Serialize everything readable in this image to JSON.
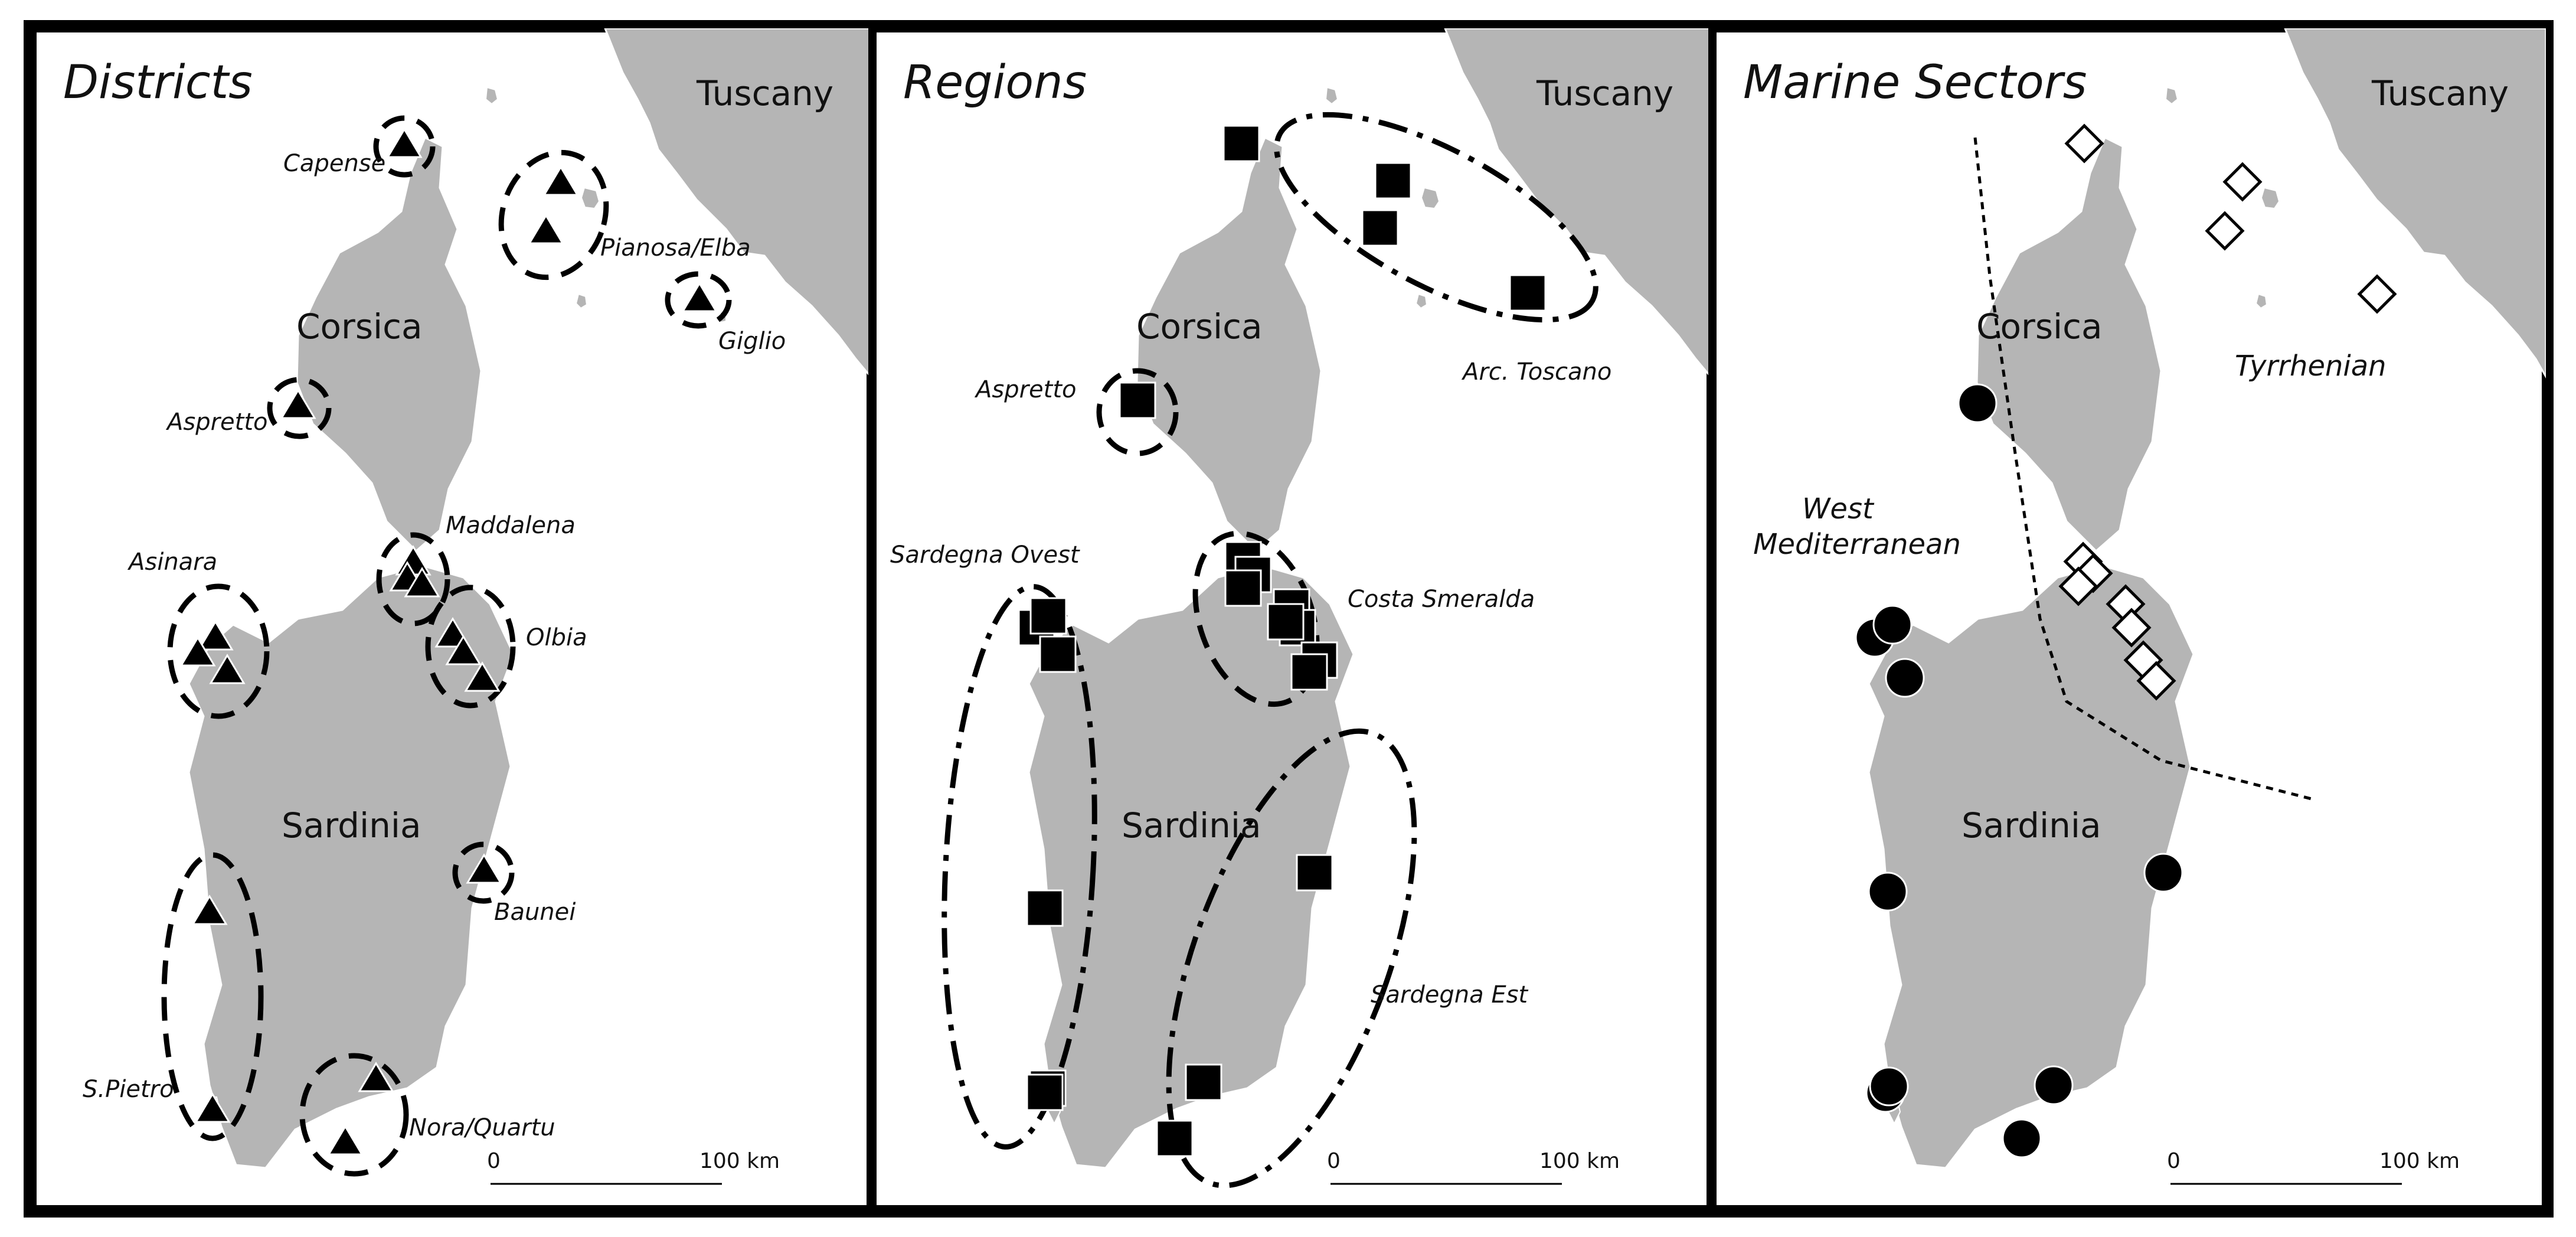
{
  "panels": [
    {
      "title": "Districts",
      "labels": {
        "tuscany": "Tuscany",
        "corsica": "Corsica",
        "sardinia": "Sardinia"
      },
      "groups": [
        {
          "name": "Capense",
          "shape": "triangle"
        },
        {
          "name": "Pianosa/Elba",
          "shape": "triangle"
        },
        {
          "name": "Giglio",
          "shape": "triangle"
        },
        {
          "name": "Aspretto",
          "shape": "triangle"
        },
        {
          "name": "Maddalena",
          "shape": "triangle"
        },
        {
          "name": "Asinara",
          "shape": "triangle"
        },
        {
          "name": "Olbia",
          "shape": "triangle"
        },
        {
          "name": "Baunei",
          "shape": "triangle"
        },
        {
          "name": "S.Pietro",
          "shape": "triangle"
        },
        {
          "name": "Nora/Quartu",
          "shape": "triangle"
        }
      ],
      "scale": {
        "start": "0",
        "end": "100 km"
      }
    },
    {
      "title": "Regions",
      "labels": {
        "tuscany": "Tuscany",
        "corsica": "Corsica",
        "sardinia": "Sardinia"
      },
      "groups": [
        {
          "name": "Arc. Toscano",
          "shape": "square"
        },
        {
          "name": "Aspretto",
          "shape": "square"
        },
        {
          "name": "Sardegna Ovest",
          "shape": "square"
        },
        {
          "name": "Costa Smeralda",
          "shape": "square"
        },
        {
          "name": "Sardegna Est",
          "shape": "square"
        }
      ],
      "scale": {
        "start": "0",
        "end": "100 km"
      }
    },
    {
      "title": "Marine Sectors",
      "labels": {
        "tuscany": "Tuscany",
        "corsica": "Corsica",
        "sardinia": "Sardinia"
      },
      "sectors": [
        {
          "name": "Tyrrhenian",
          "shape": "diamond"
        },
        {
          "name": "West Mediterranean",
          "shape": "circle"
        }
      ],
      "scale": {
        "start": "0",
        "end": "100 km"
      }
    }
  ],
  "colors": {
    "land": "#b5b5b5",
    "marker": "#000000",
    "frame": "#000000"
  }
}
